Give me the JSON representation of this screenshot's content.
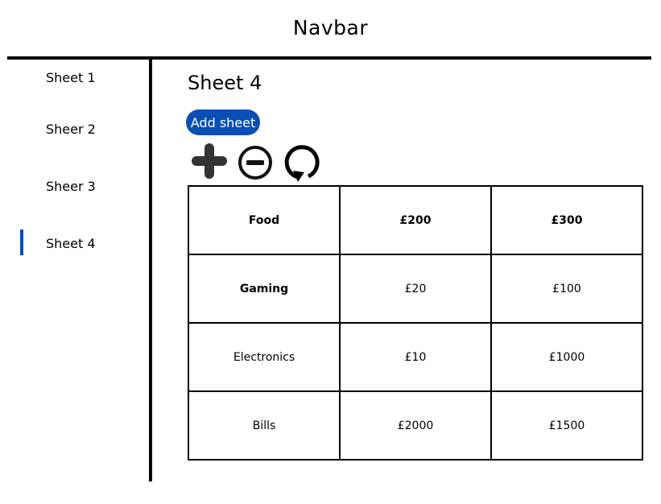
{
  "navbar": {
    "title": "Navbar"
  },
  "sidebar": {
    "items": [
      {
        "label": "Sheet 1"
      },
      {
        "label": "Sheer 2"
      },
      {
        "label": "Sheer 3"
      },
      {
        "label": "Sheet 4"
      }
    ],
    "active_index": 3,
    "accent_color": "#0a4fb5"
  },
  "main": {
    "title": "Sheet 4",
    "add_sheet_label": "Add sheet",
    "icons": [
      "plus-icon",
      "minus-circle-icon",
      "refresh-icon"
    ]
  },
  "table": {
    "rows": [
      {
        "cells": [
          "Food",
          "£200",
          "£300"
        ],
        "bold": [
          true,
          true,
          true
        ]
      },
      {
        "cells": [
          "Gaming",
          "£20",
          "£100"
        ],
        "bold": [
          true,
          false,
          false
        ]
      },
      {
        "cells": [
          "Electronics",
          "£10",
          "£1000"
        ],
        "bold": [
          false,
          false,
          false
        ]
      },
      {
        "cells": [
          "Bills",
          "£2000",
          "£1500"
        ],
        "bold": [
          false,
          false,
          false
        ]
      }
    ]
  }
}
